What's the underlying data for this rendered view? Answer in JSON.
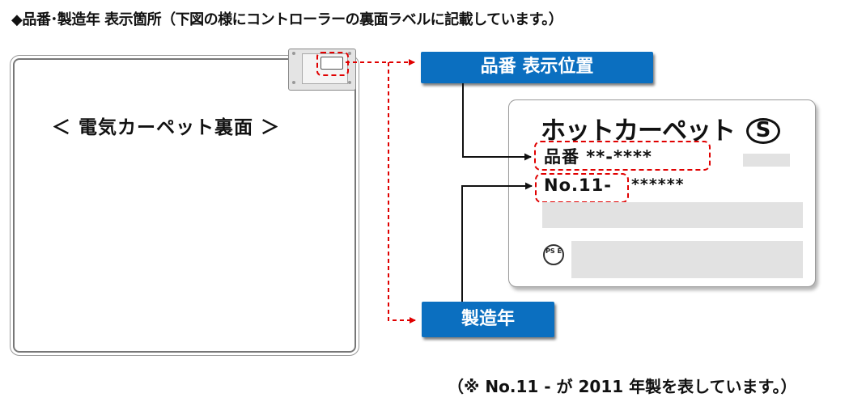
{
  "heading": "◆品番･製造年 表示箇所（下図の様にコントローラーの裏面ラベルに記載しています。）",
  "carpet": {
    "title": "＜ 電気カーペット裏面 ＞"
  },
  "callouts": {
    "model_position": "品番 表示位置",
    "manufacture_year": "製造年"
  },
  "label": {
    "title": "ホットカーペット",
    "model_line": "品番 **-****",
    "serial_prefix": "No.11-",
    "serial_rest": "******",
    "s_mark": "S",
    "pse_mark": "PS E"
  },
  "footnote": "（※ No.11 - が 2011 年製を表しています。）",
  "colors": {
    "callout_blue": "#0b6fc0",
    "highlight_red": "#e00000"
  }
}
